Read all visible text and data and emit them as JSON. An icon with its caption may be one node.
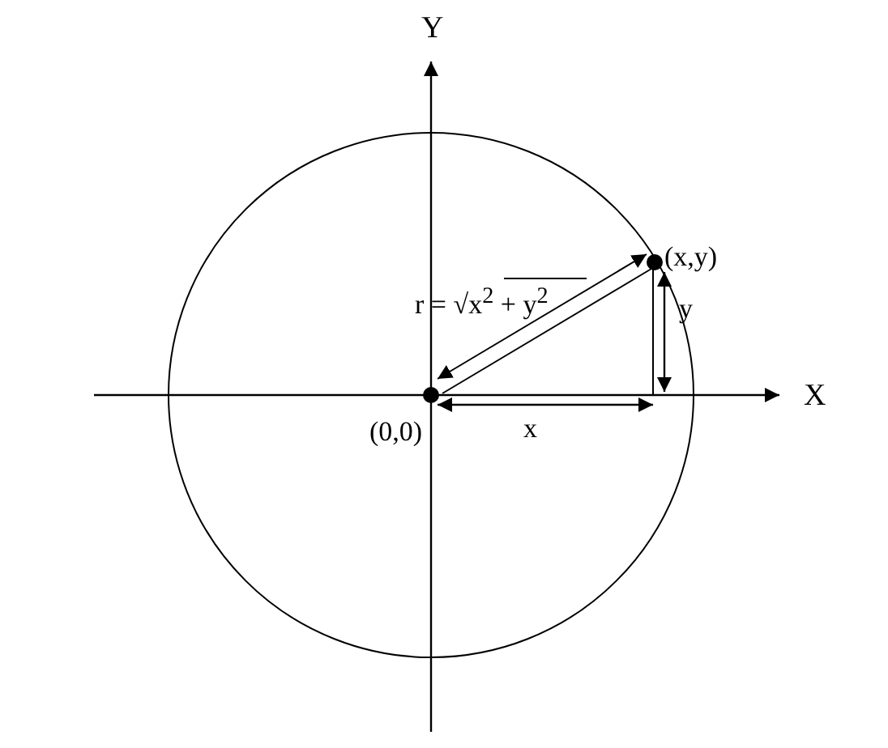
{
  "diagram": {
    "labels": [
      "Y",
      "(x,y)",
      "r = √x$^{2}$ + y$^{2}$",
      "y",
      "X",
      "(0,0)",
      "x"
    ]
  }
}
